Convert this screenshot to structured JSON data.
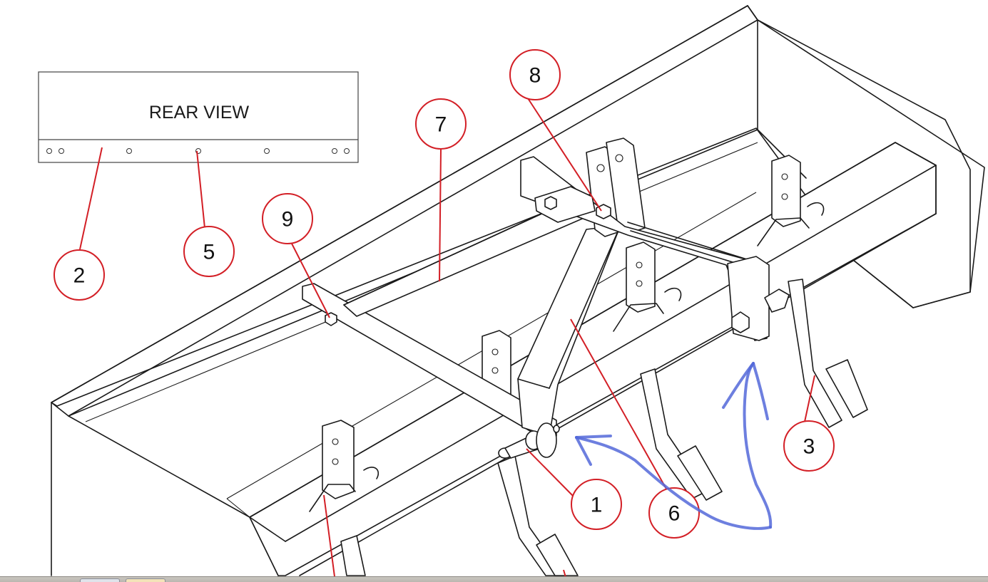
{
  "inset": {
    "title": "REAR VIEW"
  },
  "callouts": [
    {
      "id": "c1",
      "label": "1"
    },
    {
      "id": "c2",
      "label": "2"
    },
    {
      "id": "c3",
      "label": "3"
    },
    {
      "id": "c5",
      "label": "5"
    },
    {
      "id": "c6",
      "label": "6"
    },
    {
      "id": "c7",
      "label": "7"
    },
    {
      "id": "c8",
      "label": "8"
    },
    {
      "id": "c9",
      "label": "9"
    }
  ],
  "colors": {
    "callout_outline": "#d31f26",
    "drawing_line": "#1a1a1a",
    "annotation_scribble": "#5468d9"
  }
}
